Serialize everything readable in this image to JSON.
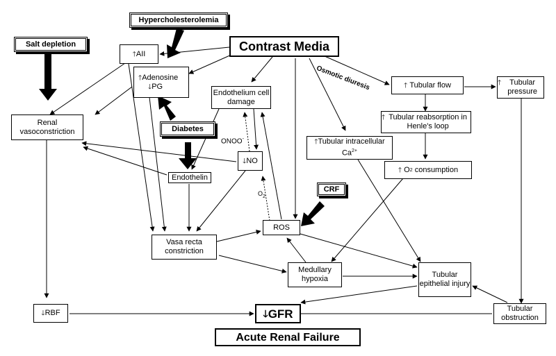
{
  "nodes": {
    "hyperchol": "Hypercholesterolemia",
    "contrast": "Contrast Media",
    "salt": "Salt depletion",
    "aii": "AII",
    "adenosine_1": "Adenosine",
    "adenosine_2": "PG",
    "endo_damage": "Endothelium cell damage",
    "renal_vaso": "Renal vasoconstriction",
    "diabetes": "Diabetes",
    "endothelin": "Endothelin",
    "no": "NO",
    "onoo": "ONOO",
    "onoo_sup": "-",
    "o2_sub": "2",
    "o2": "O",
    "osmotic": "Osmotic diuresis",
    "tub_flow": "Tubular flow",
    "tub_pressure": "Tubular pressure",
    "tub_reabs": "Tubular reabsorption in Henle's loop",
    "tub_ca": "Tubular intracellular",
    "ca": "Ca",
    "ca_sup": "2+",
    "o2_cons": "O",
    "o2_cons_sub": "2",
    "o2_cons_text": "consumption",
    "crf": "CRF",
    "ros": "ROS",
    "vasa": "Vasa recta constriction",
    "med_hyp": "Medullary hypoxia",
    "tub_epi": "Tubular epithelial injury",
    "rbf": "RBF",
    "gfr": "GFR",
    "tub_obs": "Tubular obstruction",
    "arf": "Acute Renal Failure"
  },
  "colors": {
    "line": "#000000",
    "background": "#ffffff"
  }
}
